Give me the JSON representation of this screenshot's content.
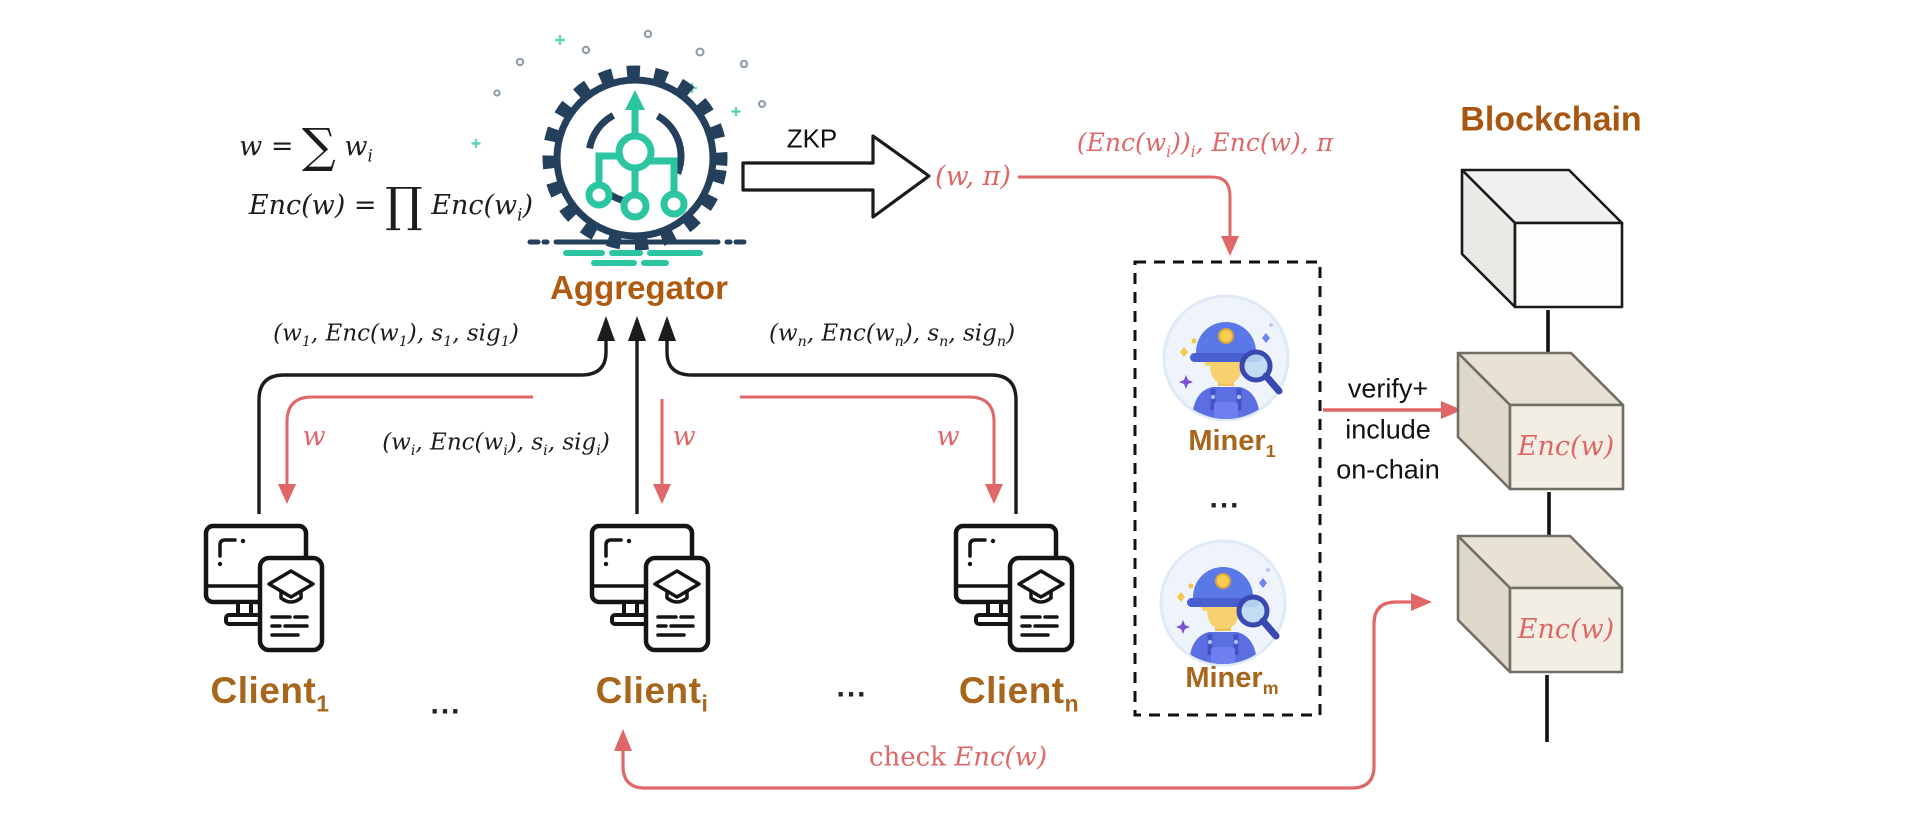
{
  "aggregator": {
    "label": "Aggregator"
  },
  "blockchain": {
    "title": "Blockchain",
    "block_label": "Enc(w)"
  },
  "zkp": {
    "label": "ZKP"
  },
  "labels": {
    "w_pi": "(w, π)",
    "w": "w",
    "dots": "...",
    "enc_tuple": [
      {
        "t": "(Enc(w"
      },
      {
        "t": "i",
        "s": "sub"
      },
      {
        "t": "))"
      },
      {
        "t": "i",
        "s": "sub"
      },
      {
        "t": ", Enc(w), π"
      }
    ]
  },
  "formula": {
    "line1": [
      {
        "t": "w = "
      },
      {
        "t": "∑",
        "s": "big"
      },
      {
        "t": " w"
      },
      {
        "t": "i",
        "s": "sub"
      }
    ],
    "line2": [
      {
        "t": "Enc(w) = "
      },
      {
        "t": "∏",
        "s": "big"
      },
      {
        "t": " Enc(w"
      },
      {
        "t": "i",
        "s": "sub"
      },
      {
        "t": ")"
      }
    ]
  },
  "tuples": {
    "w1": [
      {
        "t": "(w"
      },
      {
        "t": "1",
        "s": "sub"
      },
      {
        "t": ", Enc(w"
      },
      {
        "t": "1",
        "s": "sub"
      },
      {
        "t": "), s"
      },
      {
        "t": "1",
        "s": "sub"
      },
      {
        "t": ", sig"
      },
      {
        "t": "1",
        "s": "sub"
      },
      {
        "t": ")"
      }
    ],
    "wi": [
      {
        "t": "(w"
      },
      {
        "t": "i",
        "s": "sub"
      },
      {
        "t": ", Enc(w"
      },
      {
        "t": "i",
        "s": "sub"
      },
      {
        "t": "), s"
      },
      {
        "t": "i",
        "s": "sub"
      },
      {
        "t": ", sig"
      },
      {
        "t": "i",
        "s": "sub"
      },
      {
        "t": ")"
      }
    ],
    "wn": [
      {
        "t": "(w"
      },
      {
        "t": "n",
        "s": "sub"
      },
      {
        "t": ", Enc(w"
      },
      {
        "t": "n",
        "s": "sub"
      },
      {
        "t": "), s"
      },
      {
        "t": "n",
        "s": "sub"
      },
      {
        "t": ", sig"
      },
      {
        "t": "n",
        "s": "sub"
      },
      {
        "t": ")"
      }
    ]
  },
  "clients": [
    [
      {
        "t": "Client"
      },
      {
        "t": "1",
        "s": "sub"
      }
    ],
    [
      {
        "t": "Client"
      },
      {
        "t": "i",
        "s": "sub"
      }
    ],
    [
      {
        "t": "Client"
      },
      {
        "t": "n",
        "s": "sub"
      }
    ]
  ],
  "miners": [
    [
      {
        "t": "Miner"
      },
      {
        "t": "1",
        "s": "sub"
      }
    ],
    [
      {
        "t": "Miner"
      },
      {
        "t": "m",
        "s": "sub"
      }
    ]
  ],
  "verify": {
    "lines": [
      "verify+",
      "include",
      "on-chain"
    ]
  },
  "check": {
    "segments": [
      {
        "t": "check ",
        "s": "rm"
      },
      {
        "t": "Enc(w)"
      }
    ]
  },
  "colors": {
    "arrow_red": "#e06767",
    "label_brown": "#a8651c",
    "icon_teal": "#2cc5a2",
    "icon_navy": "#24405c",
    "block_tan": "#f2eee4",
    "block_white": "#fdfdfd"
  }
}
